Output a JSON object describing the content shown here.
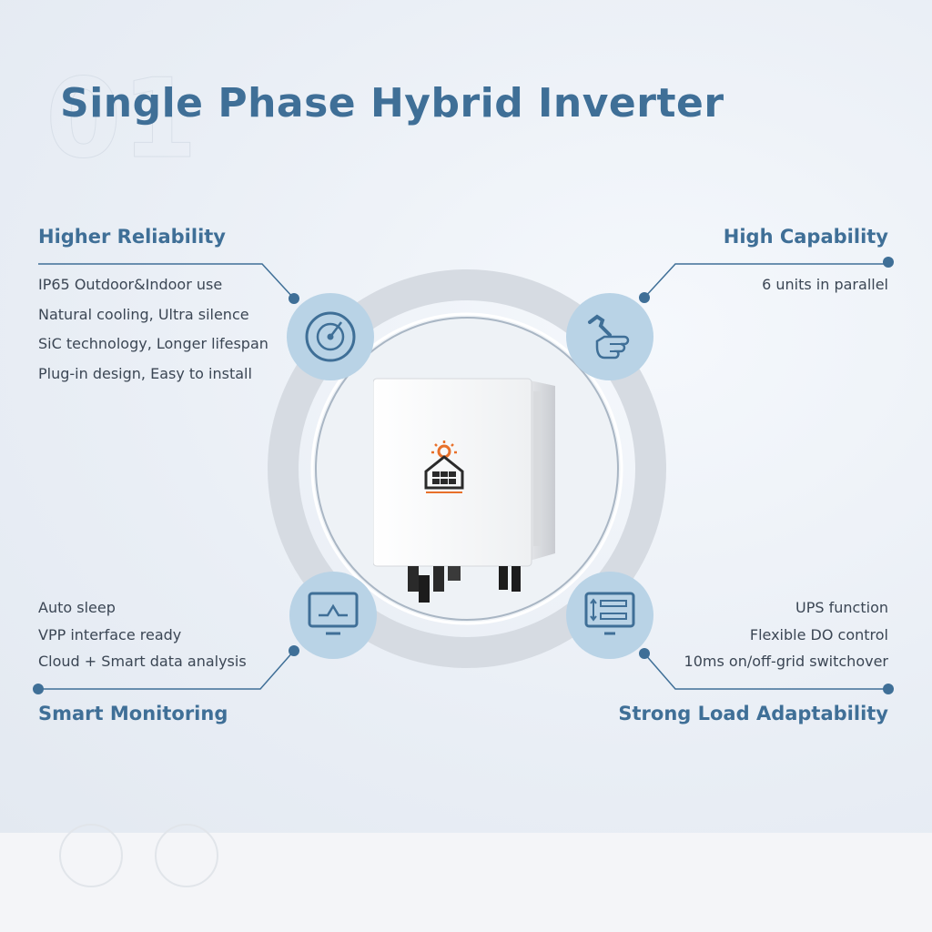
{
  "title": "Single Phase Hybrid Inverter",
  "colors": {
    "accent": "#3f6f97",
    "bubble": "#b9d3e6",
    "ring": "#d6dbe2"
  },
  "sections": {
    "top_left": {
      "heading": "Higher Reliability",
      "icon": "radar-icon",
      "items": [
        "IP65 Outdoor&Indoor use",
        "Natural cooling, Ultra silence",
        "SiC technology, Longer lifespan",
        "Plug-in design, Easy to install"
      ]
    },
    "top_right": {
      "heading": "High Capability",
      "icon": "wrench-hand-icon",
      "items": [
        "6 units in parallel"
      ]
    },
    "bottom_left": {
      "heading": "Smart Monitoring",
      "icon": "monitor-icon",
      "items": [
        "Auto sleep",
        "VPP interface ready",
        "Cloud + Smart data analysis"
      ]
    },
    "bottom_right": {
      "heading": "Strong Load Adaptability",
      "icon": "settings-panel-icon",
      "items": [
        "UPS function",
        "Flexible DO control",
        "10ms on/off-grid switchover"
      ]
    }
  },
  "product": {
    "icon": "solar-house-logo-icon"
  }
}
